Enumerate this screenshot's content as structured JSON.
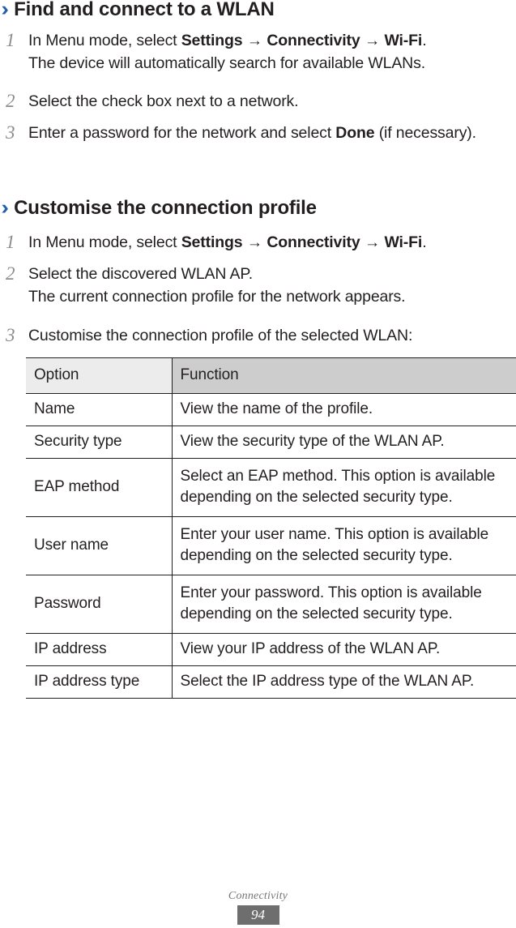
{
  "document": {
    "sections": [
      {
        "icon": "chevron-right-icon",
        "heading": "Find and connect to a WLAN",
        "steps": [
          {
            "number": "1",
            "lines": [
              {
                "parts": [
                  {
                    "text": "In Menu mode, select ",
                    "bold": false
                  },
                  {
                    "text": "Settings",
                    "bold": true
                  },
                  {
                    "text": " → ",
                    "bold": false
                  },
                  {
                    "text": "Connectivity",
                    "bold": true
                  },
                  {
                    "text": " → ",
                    "bold": false
                  },
                  {
                    "text": "Wi-Fi",
                    "bold": true
                  },
                  {
                    "text": ".",
                    "bold": false
                  }
                ]
              },
              {
                "parts": [
                  {
                    "text": "The device will automatically search for available WLANs.",
                    "bold": false
                  }
                ]
              }
            ]
          },
          {
            "number": "2",
            "lines": [
              {
                "parts": [
                  {
                    "text": "Select the check box next to a network.",
                    "bold": false
                  }
                ]
              }
            ]
          },
          {
            "number": "3",
            "lines": [
              {
                "parts": [
                  {
                    "text": "Enter a password for the network and select ",
                    "bold": false
                  },
                  {
                    "text": "Done",
                    "bold": true
                  },
                  {
                    "text": " (if necessary).",
                    "bold": false
                  }
                ]
              }
            ]
          }
        ]
      },
      {
        "icon": "chevron-right-icon",
        "heading": "Customise the connection profile",
        "steps": [
          {
            "number": "1",
            "lines": [
              {
                "parts": [
                  {
                    "text": "In Menu mode, select ",
                    "bold": false
                  },
                  {
                    "text": "Settings",
                    "bold": true
                  },
                  {
                    "text": " → ",
                    "bold": false
                  },
                  {
                    "text": "Connectivity",
                    "bold": true
                  },
                  {
                    "text": " → ",
                    "bold": false
                  },
                  {
                    "text": "Wi-Fi",
                    "bold": true
                  },
                  {
                    "text": ".",
                    "bold": false
                  }
                ]
              }
            ]
          },
          {
            "number": "2",
            "lines": [
              {
                "parts": [
                  {
                    "text": "Select the discovered WLAN AP.",
                    "bold": false
                  }
                ]
              },
              {
                "parts": [
                  {
                    "text": "The current connection profile for the network appears.",
                    "bold": false
                  }
                ]
              }
            ]
          },
          {
            "number": "3",
            "lines": [
              {
                "parts": [
                  {
                    "text": "Customise the connection profile of the selected WLAN:",
                    "bold": false
                  }
                ]
              }
            ]
          }
        ]
      }
    ]
  },
  "table": {
    "headers": [
      "Option",
      "Function"
    ],
    "rows": [
      {
        "option": "Name",
        "function": "View the name of the profile."
      },
      {
        "option": "Security type",
        "function": "View the security type of the WLAN AP."
      },
      {
        "option": "EAP method",
        "function": "Select an EAP method. This option is available depending on the selected security type."
      },
      {
        "option": "User name",
        "function": "Enter your user name. This option is available depending on the selected security type."
      },
      {
        "option": "Password",
        "function": "Enter your password. This option is available depending on the selected security type."
      },
      {
        "option": "IP address",
        "function": "View your IP address of the WLAN AP."
      },
      {
        "option": "IP address type",
        "function": "Select the IP address type of the WLAN AP."
      }
    ]
  },
  "footer": {
    "chapter": "Connectivity",
    "page_number": "94"
  },
  "colors": {
    "accent": "#1f5fa9",
    "text": "#231f20",
    "step_number": "#8d8d8d",
    "header_option_bg": "#ececec",
    "header_function_bg": "#cdcdcd",
    "page_badge_bg": "#6e6e6e"
  }
}
